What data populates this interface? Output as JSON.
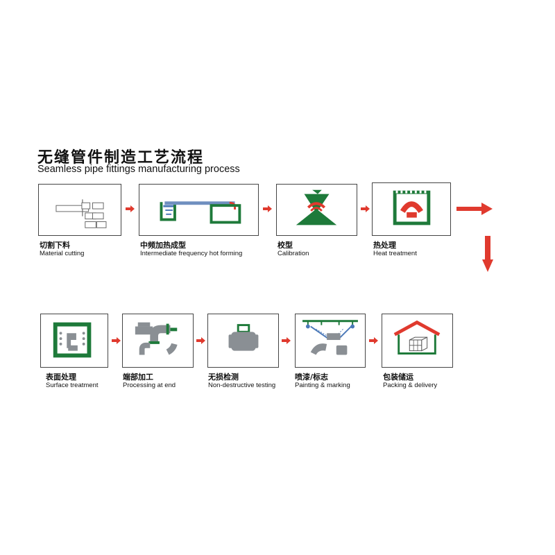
{
  "title": {
    "cn": "无缝管件制造工艺流程",
    "en": "Seamless pipe fittings manufacturing process"
  },
  "steps": [
    {
      "cn": "切割下料",
      "en": "Material cutting"
    },
    {
      "cn": "中频加热成型",
      "en": "Intermediate frequency hot forming"
    },
    {
      "cn": "校型",
      "en": "Calibration"
    },
    {
      "cn": "热处理",
      "en": "Heat treatment"
    },
    {
      "cn": "表面处理",
      "en": "Surface treatment"
    },
    {
      "cn": "端部加工",
      "en": "Processing at end"
    },
    {
      "cn": "无损检测",
      "en": "Non-destructive testing"
    },
    {
      "cn": "喷漆/标志",
      "en": "Painting & marking"
    },
    {
      "cn": "包装储运",
      "en": "Packing & delivery"
    }
  ],
  "colors": {
    "green": "#1e7a3a",
    "red": "#e03a2e",
    "grey": "#8a8f94",
    "blue": "#4a78b8"
  }
}
